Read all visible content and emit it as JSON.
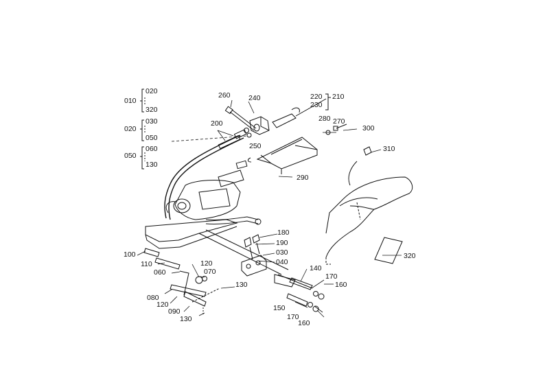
{
  "labels": {
    "p010": "010",
    "p020a": "020",
    "p320a": "320",
    "p020b": "020",
    "p030": "030",
    "p050a": "050",
    "p050b": "050",
    "p060a": "060",
    "p130a": "130",
    "p260": "260",
    "p240": "240",
    "p220": "220",
    "p230": "230",
    "p210": "210",
    "p200": "200",
    "p250": "250",
    "p280": "280",
    "p270": "270",
    "p300": "300",
    "p310": "310",
    "p290": "290",
    "p320b": "320",
    "p180": "180",
    "p190": "190",
    "p030b": "030",
    "p040": "040",
    "p100": "100",
    "p110": "110",
    "p120a": "120",
    "p070": "070",
    "p060b": "060",
    "p130b": "130",
    "p080": "080",
    "p120b": "120",
    "p090": "090",
    "p130c": "130",
    "p140": "140",
    "p170a": "170",
    "p160a": "160",
    "p150": "150",
    "p170b": "170",
    "p160b": "160"
  }
}
